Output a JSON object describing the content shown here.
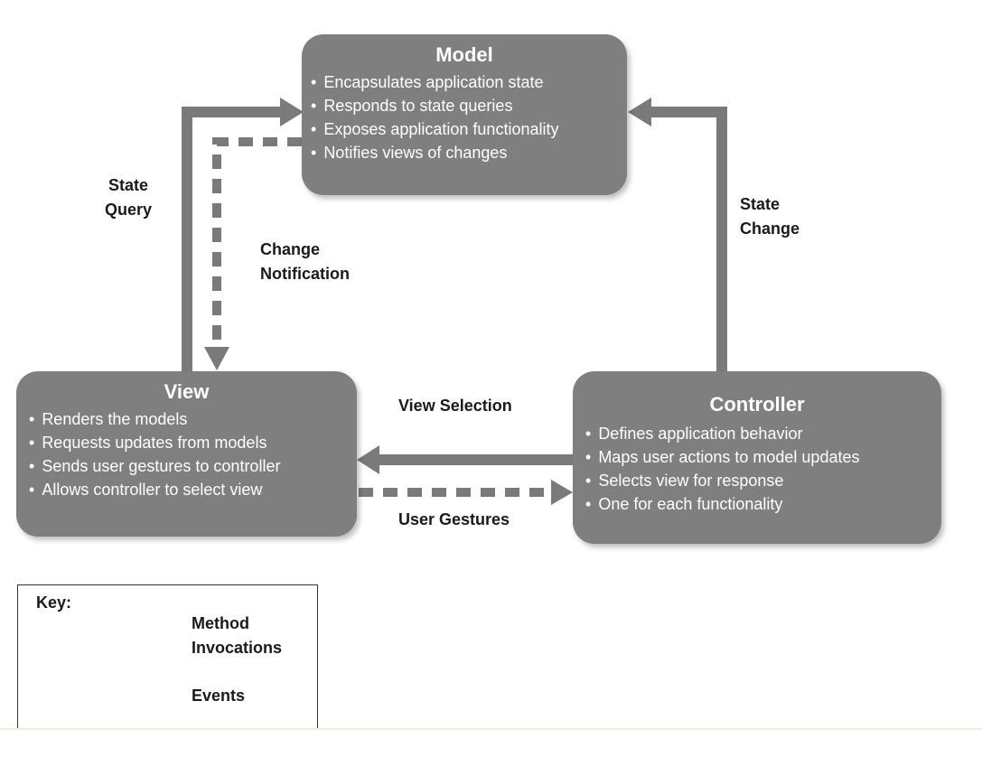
{
  "model": {
    "title": "Model",
    "items": [
      "Encapsulates application state",
      "Responds to state queries",
      "Exposes application functionality",
      "Notifies views of changes"
    ]
  },
  "view": {
    "title": "View",
    "items": [
      "Renders the models",
      "Requests updates from models",
      "Sends user gestures to controller",
      "Allows controller to select view"
    ]
  },
  "controller": {
    "title": "Controller",
    "items": [
      "Defines application behavior",
      "Maps user actions to model updates",
      "Selects view for response",
      "One for each functionality"
    ]
  },
  "edges": {
    "state_query": [
      "State",
      "Query"
    ],
    "change_notification": [
      "Change",
      "Notification"
    ],
    "state_change": [
      "State",
      "Change"
    ],
    "view_selection": "View Selection",
    "user_gestures": "User Gestures"
  },
  "key": {
    "title": "Key:",
    "method": [
      "Method",
      "Invocations"
    ],
    "events": "Events"
  },
  "colors": {
    "box_fill": "#7f7f7f",
    "arrow": "#7a7a7a",
    "text_light": "#ffffff",
    "text_dark": "#1a1a1a"
  }
}
